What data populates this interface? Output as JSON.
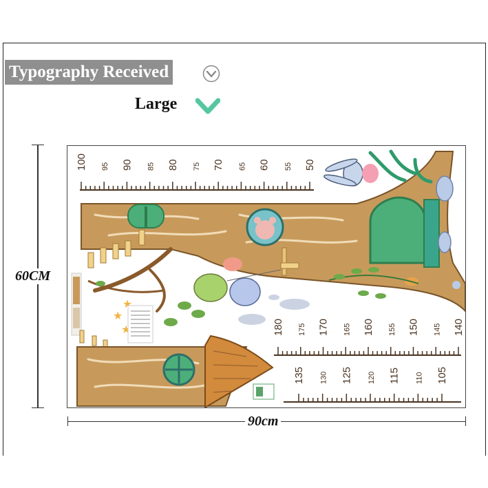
{
  "header": {
    "title": "Typography Received",
    "size_label": "Large"
  },
  "dimensions": {
    "height_label": "60CM",
    "width_label": "90cm"
  },
  "ruler_top": {
    "labels": [
      "100",
      "95",
      "90",
      "85",
      "80",
      "75",
      "70",
      "65",
      "60",
      "55",
      "50"
    ]
  },
  "ruler_mid": {
    "labels": [
      "180",
      "175",
      "170",
      "165",
      "160",
      "155",
      "150",
      "145",
      "140"
    ]
  },
  "ruler_bottom": {
    "labels": [
      "135",
      "130",
      "125",
      "120",
      "115",
      "110",
      "105"
    ]
  },
  "colors": {
    "accent_green": "#55c7a0",
    "title_bg": "#8f8f8f",
    "trunk": "#c79a5c",
    "trunk_dark": "#9c6e36",
    "roof": "#d28a3c",
    "window_green": "#4caf7a"
  }
}
